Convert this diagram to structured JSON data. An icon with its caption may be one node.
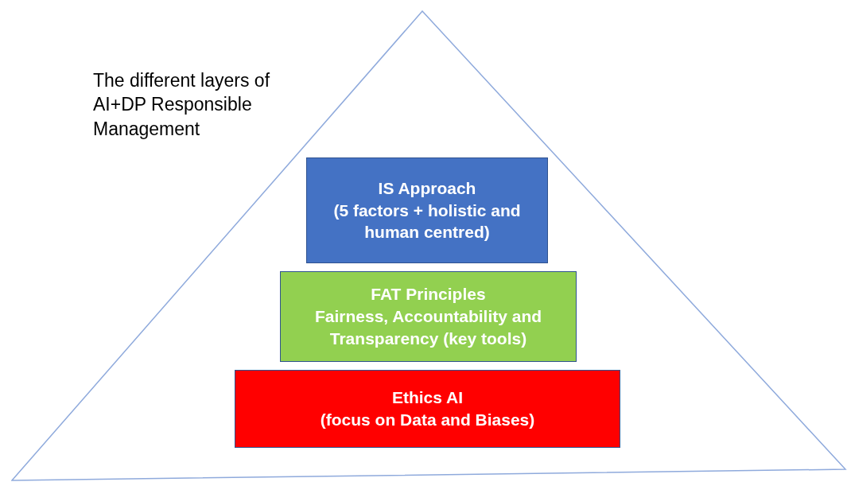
{
  "diagram": {
    "title": "The different layers of AI+DP Responsible Management",
    "nodes": [
      {
        "text": [],
        "shape": "triangle"
      },
      {
        "text": [
          "IS Approach",
          "(5 factors + holistic and human centred)"
        ],
        "in": 0
      },
      {
        "text": [
          "FAT Principles",
          "Fairness, Accountability and Transparency (key tools)"
        ],
        "in": 0
      },
      {
        "text": [
          "Ethics AI",
          "(focus on Data and Biases)"
        ],
        "in": 0
      }
    ],
    "edges": []
  }
}
